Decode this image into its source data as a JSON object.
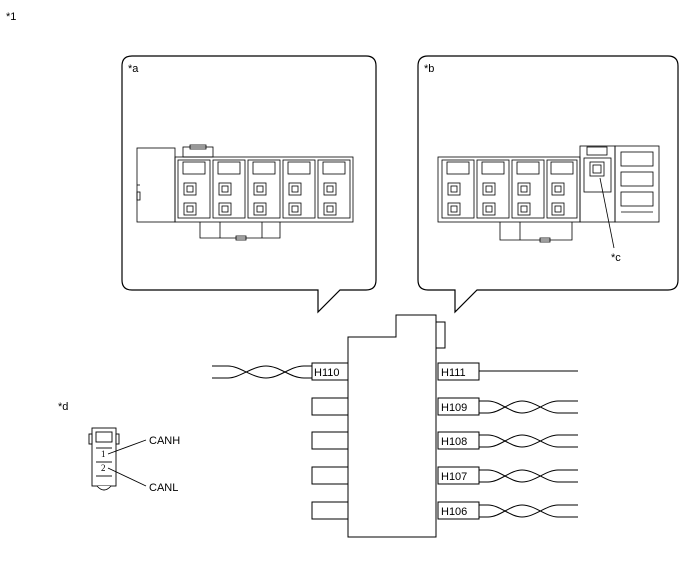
{
  "figure_label": "*1",
  "callouts": {
    "a": "*a",
    "b": "*b",
    "c": "*c",
    "d": "*d"
  },
  "connectors_left": [
    "H110"
  ],
  "connectors_right": [
    "H111",
    "H109",
    "H108",
    "H107",
    "H106"
  ],
  "pin_diagram": {
    "pins": [
      "1",
      "2"
    ],
    "signals": [
      "CANH",
      "CANL"
    ]
  }
}
